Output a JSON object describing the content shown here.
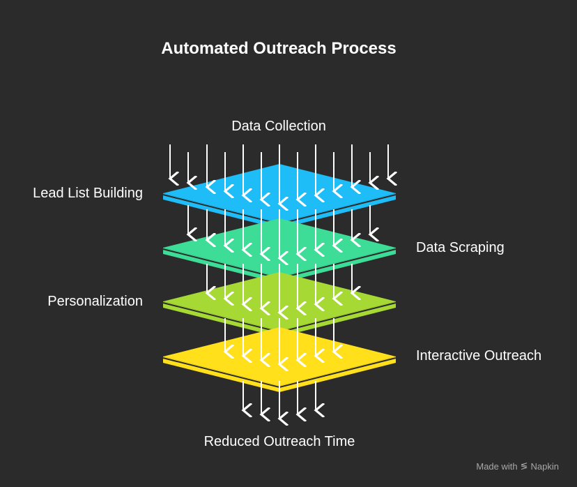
{
  "title": "Automated Outreach Process",
  "top_label": "Data Collection",
  "bottom_label": "Reduced Outreach Time",
  "layers": [
    {
      "label": "Lead List Building",
      "color": "#1ebdf7"
    },
    {
      "label": "Data Scraping",
      "color": "#3ddc97"
    },
    {
      "label": "Personalization",
      "color": "#a6d934"
    },
    {
      "label": "Interactive Outreach",
      "color": "#ffe01b"
    }
  ],
  "watermark": {
    "made_with": "Made with",
    "brand": "Napkin"
  }
}
